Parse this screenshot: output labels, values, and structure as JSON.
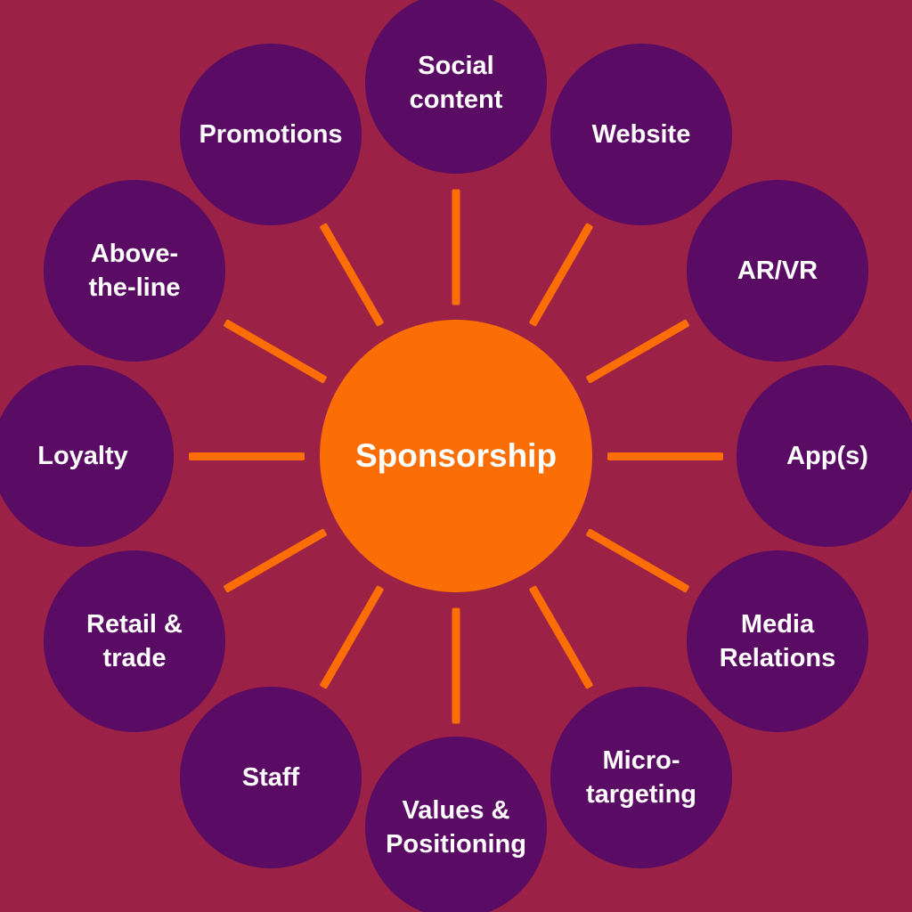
{
  "colors": {
    "background": "#9B2147",
    "node": "#5A0B63",
    "accent": "#FB6D05",
    "text": "#FFFFFF"
  },
  "center": {
    "label": "Sponsorship"
  },
  "nodes": [
    {
      "label": "Social\ncontent"
    },
    {
      "label": "Website"
    },
    {
      "label": "AR/VR"
    },
    {
      "label": "App(s)"
    },
    {
      "label": "Media\nRelations"
    },
    {
      "label": "Micro-\ntargeting"
    },
    {
      "label": "Values &\nPositioning"
    },
    {
      "label": "Staff"
    },
    {
      "label": "Retail &\ntrade"
    },
    {
      "label": "Loyalty"
    },
    {
      "label": "Above-\nthe-line"
    },
    {
      "label": "Promotions"
    }
  ]
}
